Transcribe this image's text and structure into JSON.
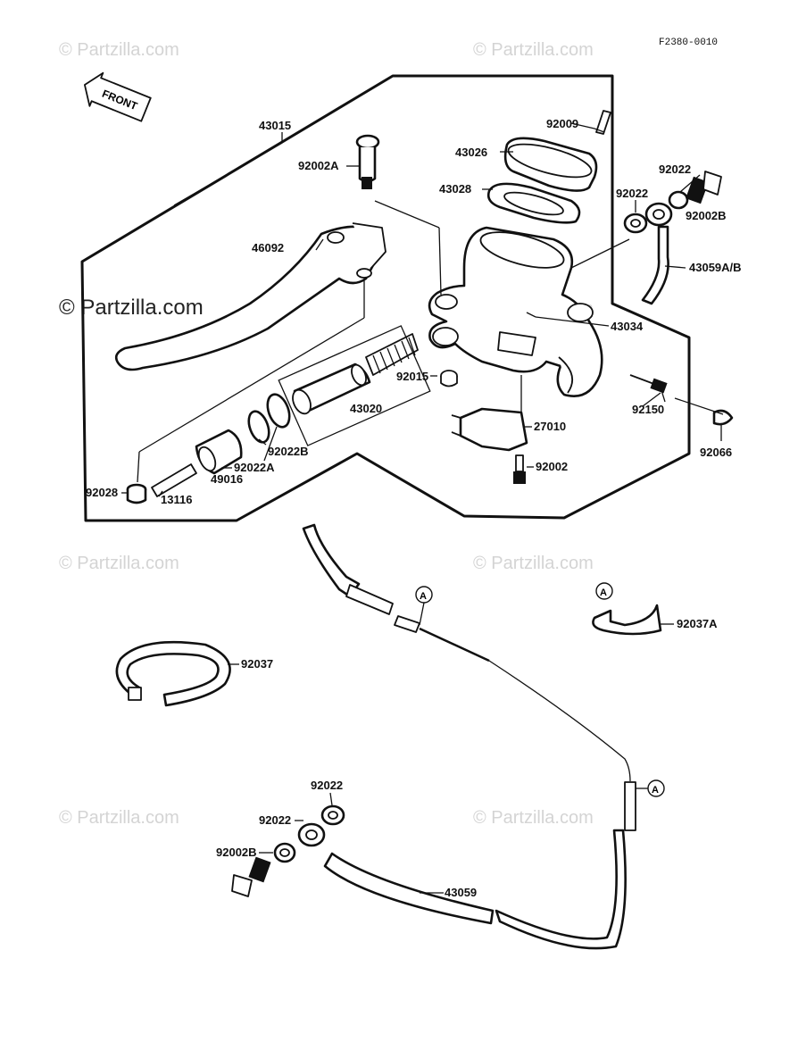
{
  "figure_code": "F2380-0010",
  "front_label": "FRONT",
  "watermark_text": "© Partzilla.com",
  "ref_marker": "A",
  "labels": {
    "p43015": "43015",
    "p92009": "92009",
    "p43026": "43026",
    "p92002A": "92002A",
    "p43028": "43028",
    "p92022_top": "92022",
    "p92022_top2": "92022",
    "p92002B_top": "92002B",
    "p46092": "46092",
    "p43059AB": "43059A/B",
    "p43034": "43034",
    "p92015": "92015",
    "p43020": "43020",
    "p92150": "92150",
    "p27010": "27010",
    "p92022B": "92022B",
    "p92022A": "92022A",
    "p49016": "49016",
    "p92066": "92066",
    "p92002": "92002",
    "p92028": "92028",
    "p13116": "13116",
    "p92037A": "92037A",
    "p92037": "92037",
    "p92022_bot1": "92022",
    "p92022_bot2": "92022",
    "p92002B_bot": "92002B",
    "p43059": "43059"
  }
}
